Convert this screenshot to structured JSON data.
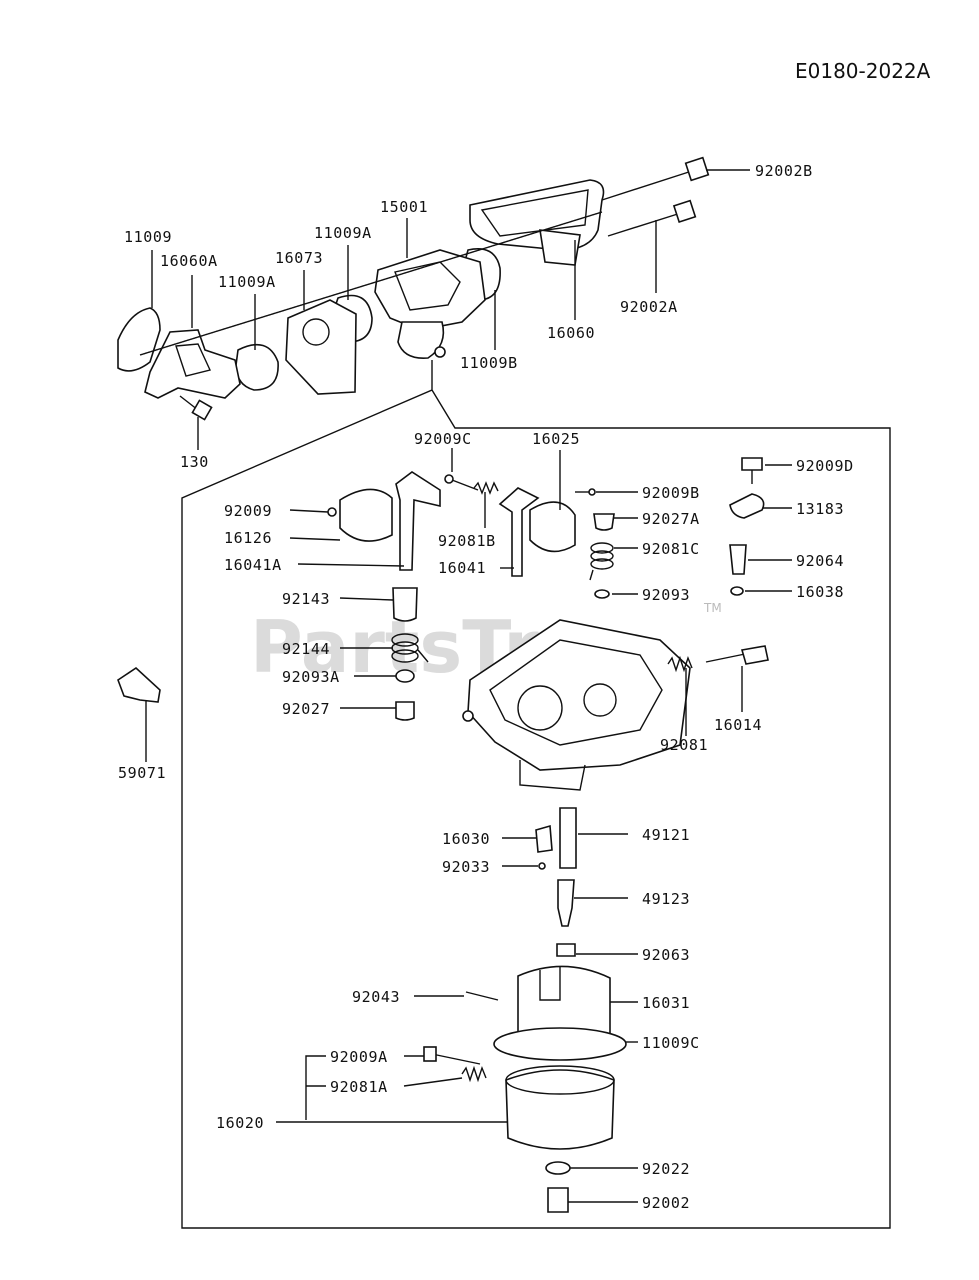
{
  "diagram_code": "E0180-2022A",
  "watermark": "PartsTree",
  "trademark": "TM",
  "parts": {
    "p92002B": "92002B",
    "p92002A": "92002A",
    "p11009": "11009",
    "p16060A": "16060A",
    "p15001": "15001",
    "p11009A_1": "11009A",
    "p16073": "16073",
    "p11009A_2": "11009A",
    "p16060": "16060",
    "p11009B": "11009B",
    "p130": "130",
    "p92009C": "92009C",
    "p16025": "16025",
    "p92009D": "92009D",
    "p92009": "92009",
    "p92009B": "92009B",
    "p13183": "13183",
    "p16126": "16126",
    "p92081B": "92081B",
    "p92027A": "92027A",
    "p16041A": "16041A",
    "p16041": "16041",
    "p92081C": "92081C",
    "p92064": "92064",
    "p92143": "92143",
    "p92093": "92093",
    "p16038": "16038",
    "p92144": "92144",
    "p92093A": "92093A",
    "p92027": "92027",
    "p16014": "16014",
    "p92081": "92081",
    "p59071": "59071",
    "p16030": "16030",
    "p49121": "49121",
    "p92033": "92033",
    "p49123": "49123",
    "p92063": "92063",
    "p92043": "92043",
    "p16031": "16031",
    "p11009C": "11009C",
    "p92009A": "92009A",
    "p92081A": "92081A",
    "p16020": "16020",
    "p92022": "92022",
    "p92002": "92002"
  }
}
